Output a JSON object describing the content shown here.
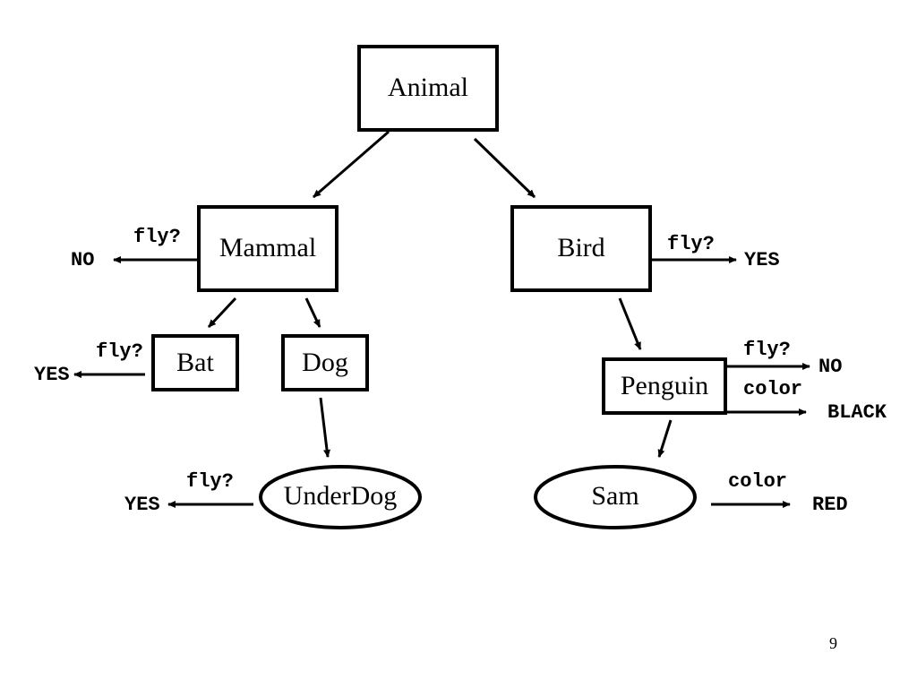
{
  "nodes": {
    "animal": "Animal",
    "mammal": "Mammal",
    "bird": "Bird",
    "bat": "Bat",
    "dog": "Dog",
    "penguin": "Penguin",
    "underdog": "UnderDog",
    "sam": "Sam"
  },
  "properties": {
    "mammal_fly": {
      "label": "fly?",
      "value": "NO"
    },
    "bird_fly": {
      "label": "fly?",
      "value": "YES"
    },
    "bat_fly": {
      "label": "fly?",
      "value": "YES"
    },
    "underdog_fly": {
      "label": "fly?",
      "value": "YES"
    },
    "penguin_fly": {
      "label": "fly?",
      "value": "NO"
    },
    "penguin_color": {
      "label": "color",
      "value": "BLACK"
    },
    "sam_color": {
      "label": "color",
      "value": "RED"
    }
  },
  "page_number": "9"
}
